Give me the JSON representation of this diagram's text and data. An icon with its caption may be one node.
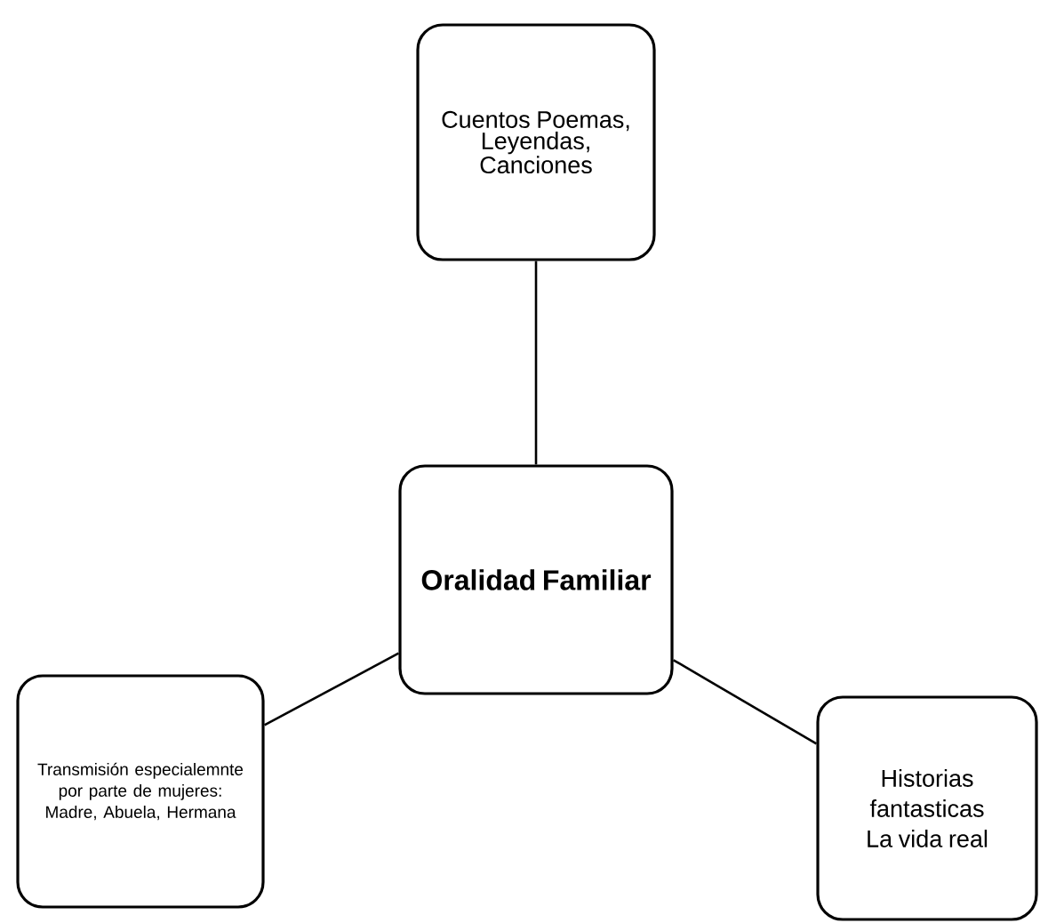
{
  "diagram": {
    "nodes": [
      {
        "text": [
          "Cuentos Poemas, Leyendas, Canciones"
        ]
      },
      {
        "text": [
          "Oralidad Familiar"
        ]
      },
      {
        "text": [
          "Transmisión especialemnte por parte de mujeres: Madre, Abuela, Hermana"
        ]
      },
      {
        "text": [
          "Historias fantasticas",
          "La vida real"
        ]
      }
    ],
    "edges": [
      {
        "from": 1,
        "to": 0,
        "arrow": "none"
      },
      {
        "from": 1,
        "to": 2,
        "arrow": "none"
      },
      {
        "from": 1,
        "to": 3,
        "arrow": "none"
      }
    ]
  }
}
